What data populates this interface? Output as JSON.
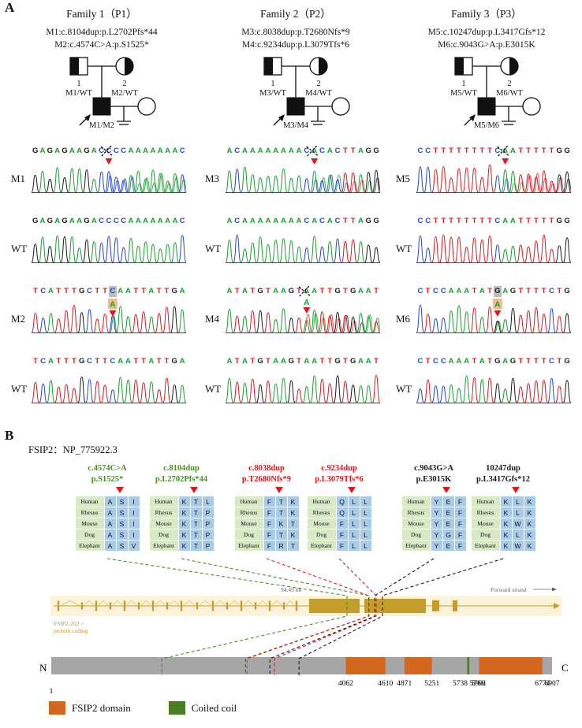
{
  "panel_a": {
    "label": "A",
    "base_colors": {
      "A": "#17a02c",
      "C": "#2146d6",
      "G": "#1a1a1a",
      "T": "#e3171b"
    },
    "families": [
      {
        "title": "Family 1（P1）",
        "mutations": [
          "M1:c.8104dup:p.L2702Pfs*44",
          "M2:c.4574C>A:p.S1525*"
        ],
        "pedigree": {
          "father_num": "1",
          "mother_num": "2",
          "father_gt": "M1/WT",
          "mother_gt": "M2/WT",
          "proband_gt": "M1/M2"
        },
        "rows": [
          {
            "label": "M1",
            "seq": "GAGAGAAGACCCCAAAAAAAC",
            "annotation": {
              "type": "dup",
              "index": 10
            }
          },
          {
            "label": "WT",
            "seq": "GAGAGAAGACCCCAAAAAAAC"
          },
          {
            "label": "M2",
            "seq": "TCATTTGCTTCAATTATTGA",
            "annotation": {
              "type": "sub",
              "index": 10,
              "alt": "A"
            }
          },
          {
            "label": "WT",
            "seq": "TCATTTGCTTCAATTATTGA"
          }
        ]
      },
      {
        "title": "Family 2（P2）",
        "mutations": [
          "M3:c.8038dup:p.T2680Nfs*9",
          "M4:c.9234dup:p.L3079Tfs*6"
        ],
        "pedigree": {
          "father_num": "1",
          "mother_num": "2",
          "father_gt": "M3/WT",
          "mother_gt": "M4/WT",
          "proband_gt": "M3/M4"
        },
        "rows": [
          {
            "label": "M3",
            "seq": "ACAAAAAAAACACACTTAGG",
            "annotation": {
              "type": "dup",
              "index": 11
            }
          },
          {
            "label": "WT",
            "seq": "ACAAAAAAAACACACTTAGG"
          },
          {
            "label": "M4",
            "seq": "ATATGTAAGTAATTGTGAAT",
            "annotation": {
              "type": "dup",
              "index": 10,
              "inserted": "A"
            }
          },
          {
            "label": "WT",
            "seq": "ATATGTAAGTAATTGTGAAT"
          }
        ]
      },
      {
        "title": "Family 3（P3）",
        "mutations": [
          "M5:c.10247dup:p.L3417Gfs*12",
          "M6:c.9043G>A:p.E3015K"
        ],
        "pedigree": {
          "father_num": "1",
          "mother_num": "2",
          "father_gt": "M5/WT",
          "mother_gt": "M6/WT",
          "proband_gt": "M5/M6"
        },
        "rows": [
          {
            "label": "M5",
            "seq": "CCTTTTTTTTCAATTTTTGG",
            "annotation": {
              "type": "dup",
              "index": 11
            }
          },
          {
            "label": "WT",
            "seq": "CCTTTTTTTTCAATTTTTGG"
          },
          {
            "label": "M6",
            "seq": "CTCCAAATATGAGTTTTCTG",
            "annotation": {
              "type": "sub",
              "index": 10,
              "alt": "A"
            }
          },
          {
            "label": "WT",
            "seq": "CTCCAAATATGAGTTTTCTG"
          }
        ]
      }
    ]
  },
  "panel_b": {
    "label": "B",
    "title": "FSIP2：NP_775922.3",
    "species": [
      "Human",
      "Rhesus",
      "Mouse",
      "Dog",
      "Elephant"
    ],
    "mutation_blocks": [
      {
        "line1": "c.4574C>A",
        "line2": "p.S1525*",
        "color": "#4a8c2a",
        "aa": 1525,
        "residues": [
          [
            "A",
            "S",
            "I"
          ],
          [
            "A",
            "S",
            "I"
          ],
          [
            "A",
            "S",
            "I"
          ],
          [
            "A",
            "S",
            "I"
          ],
          [
            "A",
            "S",
            "V"
          ]
        ]
      },
      {
        "line1": "c.8104dup",
        "line2": "p.L2702Pfs*44",
        "color": "#4a8c2a",
        "aa": 2702,
        "residues": [
          [
            "K",
            "T",
            "L"
          ],
          [
            "K",
            "T",
            "P"
          ],
          [
            "K",
            "T",
            "P"
          ],
          [
            "K",
            "T",
            "P"
          ],
          [
            "K",
            "T",
            "P"
          ]
        ]
      },
      {
        "line1": "c.8038dup",
        "line2": "p.T2680Nfs*9",
        "color": "#e3171b",
        "aa": 2680,
        "residues": [
          [
            "F",
            "T",
            "K"
          ],
          [
            "F",
            "T",
            "K"
          ],
          [
            "F",
            "K",
            "T"
          ],
          [
            "F",
            "T",
            "K"
          ],
          [
            "F",
            "R",
            "T"
          ]
        ]
      },
      {
        "line1": "c.9234dup",
        "line2": "p.L3079Tfs*6",
        "color": "#e3171b",
        "aa": 3079,
        "residues": [
          [
            "Q",
            "L",
            "L"
          ],
          [
            "Q",
            "L",
            "L"
          ],
          [
            "F",
            "L",
            "L"
          ],
          [
            "F",
            "L",
            "L"
          ],
          [
            "F",
            "L",
            "L"
          ]
        ]
      },
      {
        "line1": "c.9043G>A",
        "line2": "p.E3015K",
        "color": "#1a1a1a",
        "aa": 3015,
        "residues": [
          [
            "Y",
            "E",
            "F"
          ],
          [
            "Y",
            "E",
            "F"
          ],
          [
            "Y",
            "E",
            "F"
          ],
          [
            "Y",
            "G",
            "F"
          ],
          [
            "Y",
            "E",
            "F"
          ]
        ]
      },
      {
        "line1": "10247dup",
        "line2": "p.L3417Gfs*12",
        "color": "#1a1a1a",
        "aa": 3417,
        "residues": [
          [
            "K",
            "L",
            "K"
          ],
          [
            "K",
            "L",
            "K"
          ],
          [
            "K",
            "W",
            "K"
          ],
          [
            "K",
            "L",
            "K"
          ],
          [
            "K",
            "W",
            "K"
          ]
        ]
      }
    ],
    "gene_track": {
      "scale_label": "94.49 kb",
      "strand_label": "Forward strand",
      "gene_label": "FSIP2-202 >",
      "gene_type": "protein coding",
      "color": "#c49d2b"
    },
    "protein": {
      "n_label": "N",
      "c_label": "C",
      "start_label": "1",
      "length": 6907,
      "domains": [
        {
          "start": 4062,
          "end": 4610,
          "type": "fsip2"
        },
        {
          "start": 4871,
          "end": 5251,
          "type": "fsip2"
        },
        {
          "start": 5738,
          "end": 5766,
          "type": "coil"
        },
        {
          "start": 5901,
          "end": 6774,
          "type": "fsip2"
        }
      ],
      "tick_values": [
        4062,
        4610,
        4871,
        5251,
        5738,
        5766,
        5901,
        6774,
        6907
      ],
      "colors": {
        "fsip2": "#d2671d",
        "coil": "#4a7d22",
        "bar": "#a6a6a6"
      }
    },
    "legend": [
      {
        "label": "FSIP2 domain",
        "type": "fsip2"
      },
      {
        "label": "Coiled coil",
        "type": "coil"
      }
    ]
  }
}
